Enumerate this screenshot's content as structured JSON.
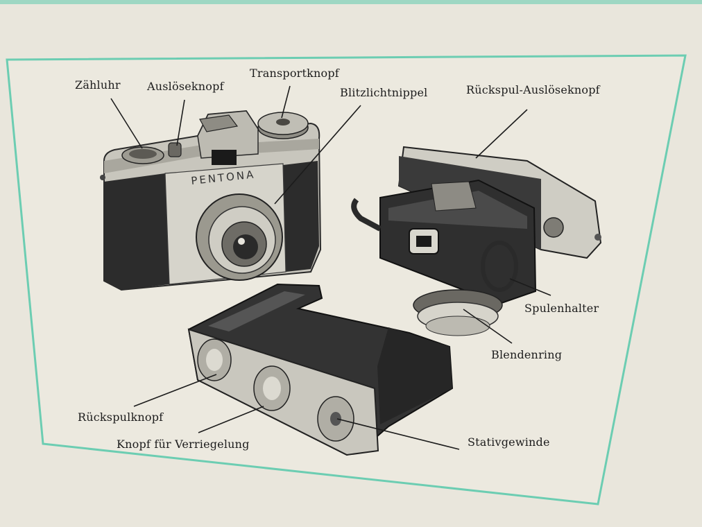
{
  "brand_text": "PENTONA",
  "labels": {
    "zaehluhr": "Zähluhr",
    "ausloeseknopf": "Auslöseknopf",
    "transportknopf": "Transportknopf",
    "blitzlichtnippel": "Blitzlichtnippel",
    "rueckspul_ausloeseknopf": "Rückspul-Auslöseknopf",
    "spulenhalter": "Spulenhalter",
    "blendenring": "Blendenring",
    "rueckspulknopf": "Rückspulknopf",
    "knopf_verriegelung": "Knopf für Verriegelung",
    "stativgewinde": "Stativgewinde"
  },
  "colors": {
    "paper": "#e9e6dc",
    "frame": "#6ccdb2",
    "ink": "#1c1c1c"
  }
}
